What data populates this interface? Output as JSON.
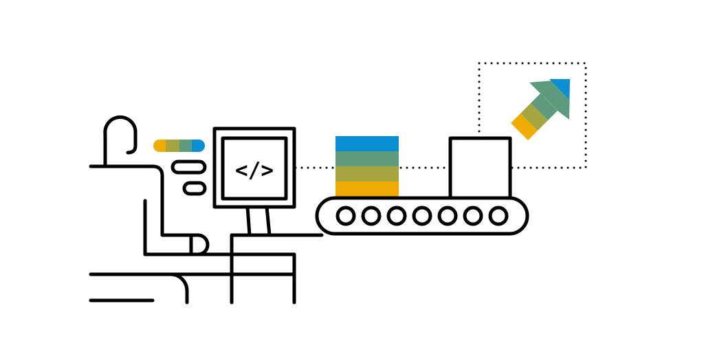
{
  "illustration": {
    "subject": "developer-deploying-code",
    "code_icon_glyph": "</>"
  },
  "colors": {
    "outline": "#000000",
    "background": "#ffffff",
    "blue": "#0a8fd4",
    "teal": "#5e9a7e",
    "olive": "#a6a43e",
    "yellow": "#f0ab00"
  },
  "icons": [
    "person-icon",
    "code-icon",
    "monitor-icon",
    "conveyor-belt-icon",
    "stacked-block-icon",
    "package-box-icon",
    "arrow-up-right-icon",
    "chat-bubble-icon"
  ],
  "stacked_block_layers": [
    "blue",
    "teal",
    "olive",
    "yellow"
  ]
}
